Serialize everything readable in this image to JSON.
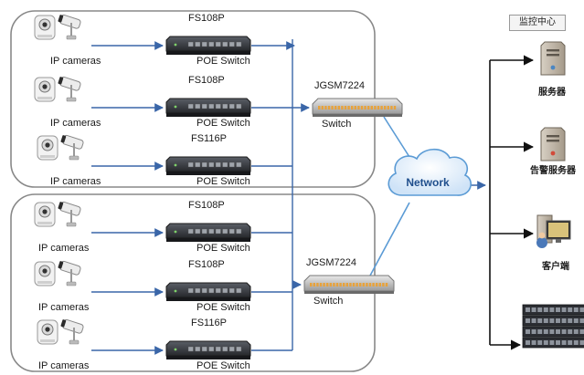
{
  "groups": [
    {
      "rows": [
        {
          "camera_label": "IP cameras",
          "model": "FS108P",
          "type_label": "POE Switch"
        },
        {
          "camera_label": "IP cameras",
          "model": "FS108P",
          "type_label": "POE Switch"
        },
        {
          "camera_label": "IP cameras",
          "model": "FS116P",
          "type_label": "POE Switch"
        }
      ],
      "core_model": "JGSM7224",
      "core_label": "Switch"
    },
    {
      "rows": [
        {
          "camera_label": "IP cameras",
          "model": "FS108P",
          "type_label": "POE Switch"
        },
        {
          "camera_label": "IP cameras",
          "model": "FS108P",
          "type_label": "POE Switch"
        },
        {
          "camera_label": "IP cameras",
          "model": "FS116P",
          "type_label": "POE Switch"
        }
      ],
      "core_model": "JGSM7224",
      "core_label": "Switch"
    }
  ],
  "network_label": "Network",
  "monitor_center_label": "监控中心",
  "monitor_devices": [
    {
      "label": "服务器",
      "icon": "server-tower-icon"
    },
    {
      "label": "告警服务器",
      "icon": "alarm-server-tower-icon"
    },
    {
      "label": "客户端",
      "icon": "client-workstation-icon"
    },
    {
      "label": "",
      "icon": "storage-array-icon"
    }
  ],
  "colors": {
    "link": "#3a66a8",
    "switch_body": "#3c3f45",
    "port_orange": "#e8a23a",
    "cloud_edge": "#5b9bd5",
    "group_border": "#888888"
  }
}
